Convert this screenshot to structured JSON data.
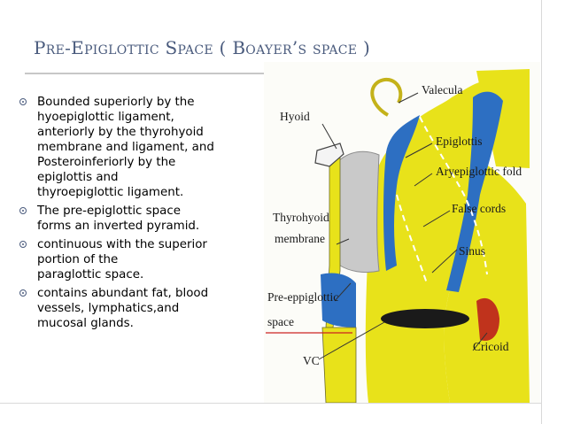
{
  "slide": {
    "title": "Pre-Epiglottic Space   ( Boayer’s space )",
    "bullets": [
      {
        "text": "Bounded  superiorly  by the\nhyoepiglottic ligament,\nanteriorly by the thyrohyoid\nmembrane and ligament, and\nPosteroinferiorly by the\nepiglottis and\nthyroepiglottic ligament."
      },
      {
        "text": "The pre-epiglottic space\nforms an inverted pyramid."
      },
      {
        "text": "continuous with the superior\nportion of the\nparaglottic space."
      },
      {
        "text": "contains abundant fat, blood\nvessels, lymphatics,and\nmucosal glands."
      }
    ]
  },
  "figure": {
    "labels": {
      "valecula": "Valecula",
      "hyoid": "Hyoid",
      "epiglottis": "Epiglottis",
      "aryepiglottic_fold": "Aryepiglottic fold",
      "false_cords": "False cords",
      "thyrohyoid": "Thyrohyoid",
      "membrane": "membrane",
      "sinus": "Sinus",
      "pre_eppiglottic": "Pre-eppiglottic",
      "space": "space",
      "cricoid": "Cricoid",
      "vc": "VC"
    },
    "colors": {
      "yellow": "#e8e21a",
      "blue": "#2d6fc2",
      "gray_space": "#c9c9c9",
      "red_line": "#cc2222",
      "cricoid_red": "#c0331c"
    }
  }
}
